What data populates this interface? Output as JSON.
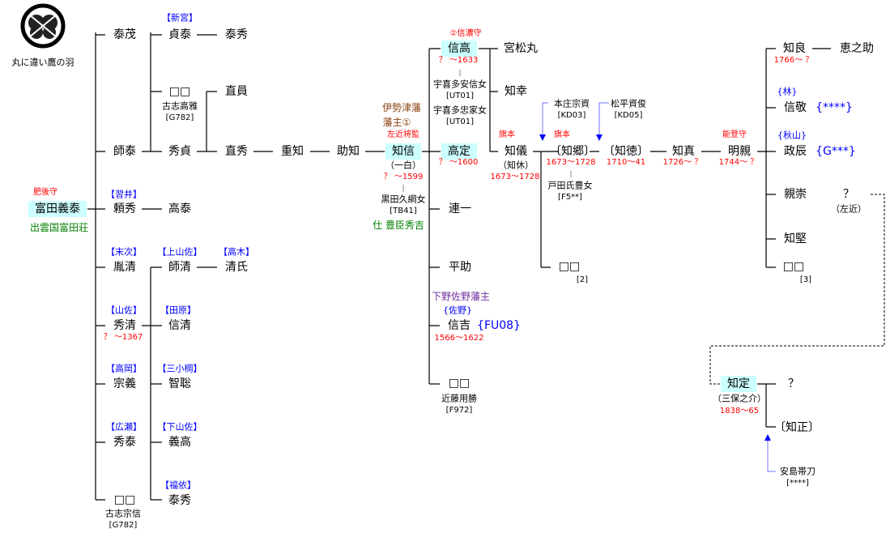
{
  "crest": {
    "caption": "丸に違い鷹の羽"
  },
  "colors": {
    "box": "#ccffff",
    "red": "#ff0000",
    "blue": "#0000ff",
    "green": "#008000"
  },
  "root": {
    "title": "肥後守",
    "name": "富田義泰",
    "origin": "出雲国富田荘"
  },
  "gen1": {
    "yasushige": "泰茂",
    "moroyasu": "師泰",
    "yorihide_clan": "【習井】",
    "yorihide": "頼秀",
    "takayasu": "高泰",
    "tanekiyo_clan": "【末次】",
    "tanekiyo": "胤清",
    "hidekiyo_clan": "【山佐】",
    "hidekiyo": "秀清",
    "hidekiyo_dates": "？ ～1367",
    "muneyoshi_clan": "【高岡】",
    "muneyoshi": "宗義",
    "hideyasu_clan": "【広瀬】",
    "hideyasu": "秀泰",
    "unknown": "□□",
    "unknown_note": "古志宗信",
    "unknown_code": "[G782]"
  },
  "gen2": {
    "sadayasu_clan": "【新宮】",
    "sadayasu": "貞泰",
    "sadayasu_son": "泰秀",
    "unknown": "□□",
    "unknown_note": "古志高雅",
    "unknown_code": "[G782]",
    "hidesada": "秀貞",
    "naokazu": "直員",
    "naohide": "直秀",
    "shigetomo": "重知",
    "suketomo": "助知",
    "morokiyo_clan": "【上山佐】",
    "morokiyo": "師清",
    "kiyouji_clan": "【高木】",
    "kiyouji": "清氏",
    "nobukiyo_clan": "【田原】",
    "nobukiyo": "信清",
    "tomosato_clan": "【三小棡】",
    "tomosato": "智聡",
    "yoshitaka_clan": "【下山佐】",
    "yoshitaka": "義高",
    "yasuhide_clan": "【福依】",
    "yasuhide": "泰秀"
  },
  "tomonobu": {
    "domain": "伊勢津藩",
    "lord": "藩主①",
    "title": "左近将監",
    "name": "知信",
    "alias": "（一白）",
    "dates": "？ ～1599",
    "wife": "黒田久綱女",
    "wife_code": "[TB41]",
    "service": "仕 豊臣秀吉"
  },
  "children": {
    "nobutaka_title": "②信濃守",
    "nobutaka": "信高",
    "nobutaka_dates": "？ ～1633",
    "wife1": "宇喜多安信女",
    "wife1_code": "[UT01]",
    "wife2": "宇喜多忠家女",
    "wife2_code": "[UT01]",
    "takasada": "高定",
    "takasada_dates": "？ ～1600",
    "renichi": "連一",
    "heisuke": "平助",
    "nobuyoshi_domain": "下野佐野藩主",
    "nobuyoshi_clan": "{佐野}",
    "nobuyoshi": "信吉",
    "nobuyoshi_code": "{FU08}",
    "nobuyoshi_dates": "1566～1622",
    "unknown": "□□",
    "unknown_note": "近藤用勝",
    "unknown_code": "[F972]"
  },
  "nobutaka_line": {
    "miyamatsumaru": "宮松丸",
    "tomoyuki": "知幸",
    "tomonori_title": "旗本",
    "tomonori": "知儀",
    "tomonori_alias": "（知休）",
    "tomonori_dates": "1673～1728",
    "unknown": "□□",
    "unknown_note": "[2]",
    "adopt1": "本庄宗資",
    "adopt1_code": "[KD03]",
    "tomosato_title": "旗本",
    "tomosato": "〔知郷〕",
    "tomosato_dates": "1673～1728",
    "tomosato_wife": "戸田氏豊女",
    "tomosato_wife_code": "[F5**]",
    "adopt2": "松平資俊",
    "adopt2_code": "[KD05]",
    "tomonori2": "〔知徳〕",
    "tomonori2_dates": "1710～41",
    "tomozane": "知真",
    "tomozane_dates": "1726～ ？",
    "akichika_title": "能登守",
    "akichika": "明親",
    "akichika_dates": "1744～ ？"
  },
  "akichika_children": {
    "tomoyoshi": "知良",
    "tomoyoshi_dates": "1766～ ？",
    "keinosuke": "恵之助",
    "nobutaka_clan": "{林}",
    "nobutaka": "信敬",
    "nobutaka_code": "{****}",
    "masatoki_clan": "{秋山}",
    "masatoki": "政辰",
    "masatoki_code": "{G***}",
    "chikataka": "親崇",
    "unknown_q": "？",
    "unknown_q_note": "（左近）",
    "tomokata": "知堅",
    "unknown": "□□",
    "unknown_note": "[3]"
  },
  "last": {
    "name": "知定",
    "alias": "（三保之介）",
    "dates": "1838～65",
    "son_q": "？",
    "tomomasa": "〔知正〕",
    "adopt": "安島帯刀",
    "adopt_code": "[****]"
  }
}
